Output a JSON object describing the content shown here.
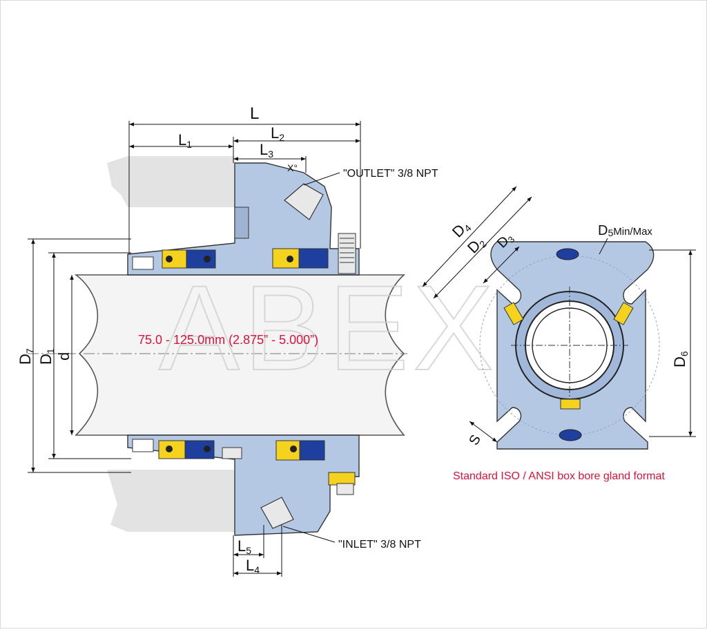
{
  "dims": {
    "L": "L",
    "L1": "L",
    "L1_sub": "1",
    "L2": "L",
    "L2_sub": "2",
    "L3": "L",
    "L3_sub": "3",
    "L4": "L",
    "L4_sub": "4",
    "L5": "L",
    "L5_sub": "5",
    "D7": "D",
    "D7_sub": "7",
    "D1": "D",
    "D1_sub": "1",
    "d": "d",
    "D4": "D",
    "D4_sub": "4",
    "D2": "D",
    "D2_sub": "2",
    "D3": "D",
    "D3_sub": "3",
    "D5": "D",
    "D5_sub": "5",
    "D5_suffix": "Min/Max",
    "D6": "D",
    "D6_sub": "6",
    "S": "S",
    "X": "X°"
  },
  "labels": {
    "outlet": "\"OUTLET\" 3/8 NPT",
    "inlet": "\"INLET\" 3/8 NPT",
    "shaft_range": "75.0 - 125.0mm (2.875” - 5.000”)",
    "caption": "Standard ISO / ANSI box bore gland format",
    "watermark": "ABEX"
  },
  "colors": {
    "gland": "#b4c8e4",
    "seat_yellow": "#f5d21e",
    "seal_blue": "#1e3f9e",
    "housing_grey": "#e2e2e2",
    "red_text": "#e0103a"
  }
}
